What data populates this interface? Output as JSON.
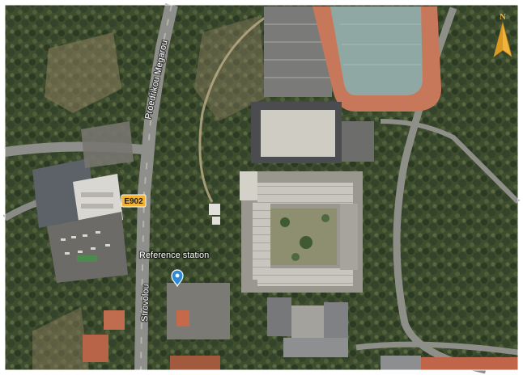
{
  "map": {
    "labels": {
      "road_north": "Proedrikou Megarou",
      "road_south": "Strovolou",
      "route_shield": "E902",
      "marker_label": "Reference station"
    },
    "compass_letter": "N",
    "colors": {
      "track": "#c8785a",
      "field": "#8fa8a4",
      "shield": "#f2b233",
      "marker": "#2f8bd8",
      "compass": "#f0b43c"
    }
  }
}
